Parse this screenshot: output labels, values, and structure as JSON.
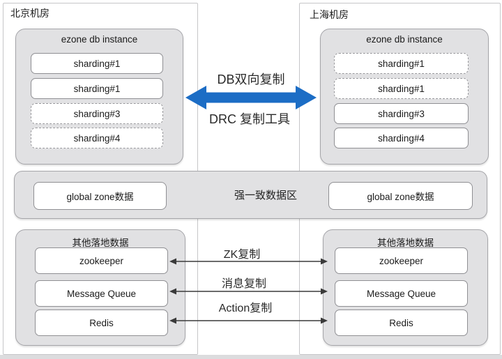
{
  "left_dc": {
    "title": "北京机房",
    "ezone": {
      "title": "ezone db instance",
      "shards": [
        {
          "label": "sharding#1",
          "style": "solid"
        },
        {
          "label": "sharding#1",
          "style": "solid"
        },
        {
          "label": "sharding#3",
          "style": "dashed"
        },
        {
          "label": "sharding#4",
          "style": "dashed"
        }
      ]
    },
    "global_zone": "global zone数据",
    "other_data": {
      "title": "其他落地数据",
      "items": [
        "zookeeper",
        "Message Queue",
        "Redis"
      ]
    }
  },
  "right_dc": {
    "title": "上海机房",
    "ezone": {
      "title": "ezone db instance",
      "shards": [
        {
          "label": "sharding#1",
          "style": "dashed"
        },
        {
          "label": "sharding#1",
          "style": "dashed"
        },
        {
          "label": "sharding#3",
          "style": "solid"
        },
        {
          "label": "sharding#4",
          "style": "solid"
        }
      ]
    },
    "global_zone": "global zone数据",
    "other_data": {
      "title": "其他落地数据",
      "items": [
        "zookeeper",
        "Message Queue",
        "Redis"
      ]
    }
  },
  "middle": {
    "db_replication": "DB双向复制",
    "drc_tool": "DRC 复制工具",
    "consistent_zone": "强一致数据区",
    "links": [
      {
        "label": "ZK复制"
      },
      {
        "label": "消息复制"
      },
      {
        "label": "Action复制"
      }
    ]
  },
  "colors": {
    "arrow_blue": "#1c6dc5",
    "panel_gray": "#e1e1e3",
    "panel_border": "#a5a5a9",
    "thin_line": "#3a3a3a"
  }
}
